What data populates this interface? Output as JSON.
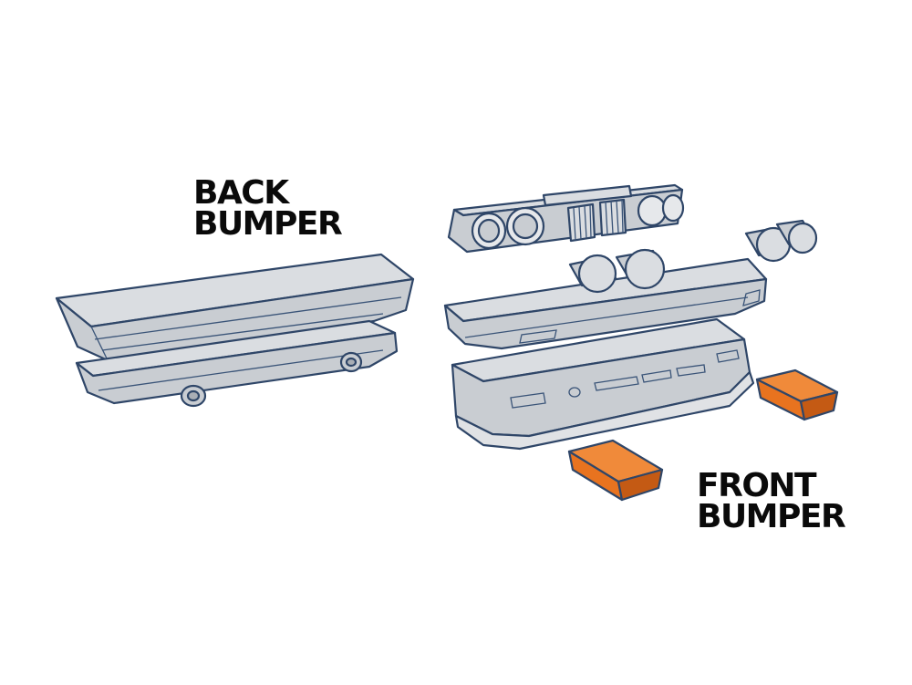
{
  "labels": {
    "back_line1": "BACK",
    "back_line2": "BUMPER",
    "front_line1": "FRONT",
    "front_line2": "BUMPER"
  },
  "colors": {
    "part_fill": "#c9cdd2",
    "part_top": "#dadde1",
    "part_shadow": "#a9aeb5",
    "outline": "#2f4668",
    "orange_fill": "#e8731f",
    "orange_top": "#f08a3a",
    "orange_side": "#c45a14",
    "text": "#0a0a0a",
    "background": "#ffffff"
  }
}
